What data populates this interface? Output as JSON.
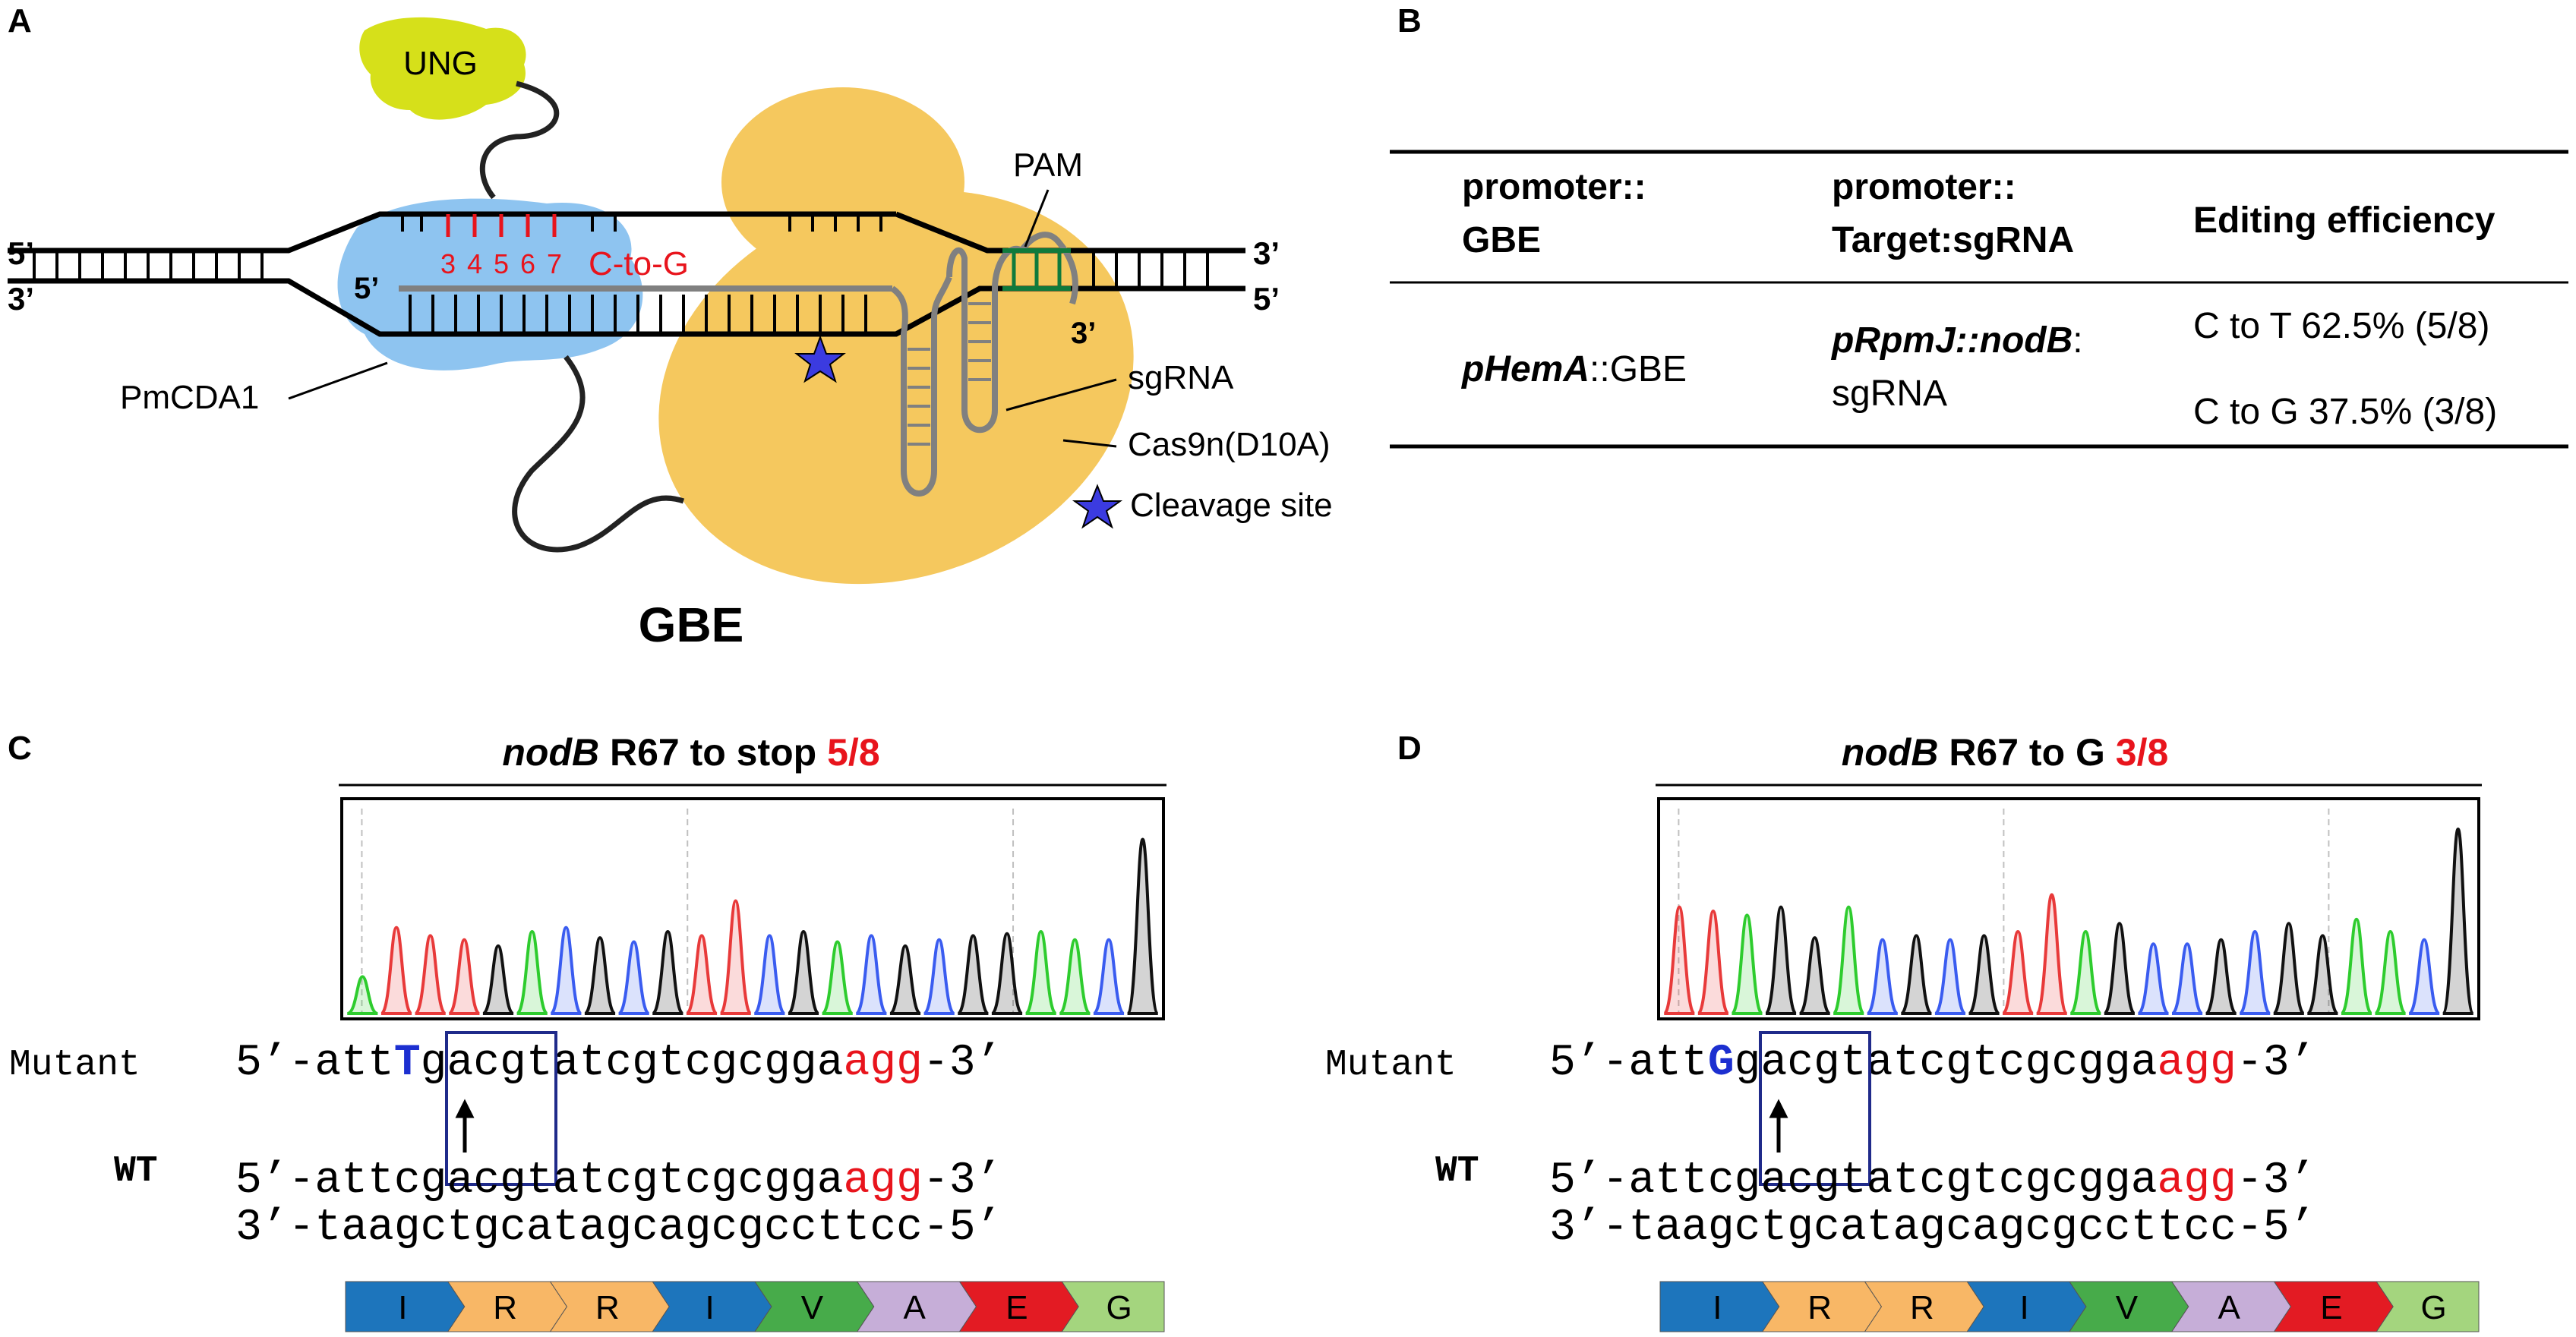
{
  "panels": {
    "a": {
      "label": "A",
      "ung": "UNG",
      "pmcda1": "PmCDA1",
      "ctog": "C-to-G",
      "positions": [
        "3",
        "4",
        "5",
        "6",
        "7"
      ],
      "pam": "PAM",
      "sgrna": "sgRNA",
      "cas9n": "Cas9n(D10A)",
      "cleavage": "Cleavage site",
      "gbe": "GBE",
      "prime5": "5’",
      "prime3": "3’"
    },
    "b": {
      "label": "B",
      "headers": [
        [
          "promoter::",
          "GBE"
        ],
        [
          "promoter::",
          "Target:sgRNA"
        ],
        [
          "Editing efficiency"
        ]
      ],
      "row": {
        "col1_italic": "pHemA",
        "col1_rest": "::GBE",
        "col2_italic": "pRpmJ::nodB",
        "col2_rest": ":",
        "col2_line2": "sgRNA",
        "eff1": "C to T 62.5% (5/8)",
        "eff2": "C to G 37.5% (3/8)"
      }
    },
    "c": {
      "label": "C",
      "title_gene": "nodB",
      "title_rest": " R67 to stop ",
      "title_frac": "5/8",
      "mutant_label": "Mutant",
      "wt_label": "WT",
      "mutant_seq": {
        "prefix": "5’-att",
        "edited": "T",
        "middle": "gacgtatcgtcgcgga",
        "pam": "agg",
        "suffix": "-3’"
      },
      "wt_seq": {
        "prefix": "5’-att",
        "middle": "cgacgtatcgtcgcgga",
        "pam": "agg",
        "suffix": "-3’"
      },
      "comp_seq": "3’-taagctgcatagcagcgccttcc-5’",
      "aa": [
        "I",
        "R",
        "R",
        "I",
        "V",
        "A",
        "E",
        "G"
      ]
    },
    "d": {
      "label": "D",
      "title_gene": "nodB",
      "title_rest": " R67 to G ",
      "title_frac": "3/8",
      "mutant_label": "Mutant",
      "wt_label": "WT",
      "mutant_seq": {
        "prefix": "5’-att",
        "edited": "G",
        "middle": "gacgtatcgtcgcgga",
        "pam": "agg",
        "suffix": "-3’"
      },
      "wt_seq": {
        "prefix": "5’-att",
        "middle": "cgacgtatcgtcgcgga",
        "pam": "agg",
        "suffix": "-3’"
      },
      "comp_seq": "3’-taagctgcatagcagcgccttcc-5’",
      "aa": [
        "I",
        "R",
        "R",
        "I",
        "V",
        "A",
        "E",
        "G"
      ]
    }
  },
  "colors": {
    "red": "#e8141c",
    "blue": "#1c2fd0",
    "ung": "#d6e01a",
    "pmcda1": "#8ec4f0",
    "cas9": "#f5c85e",
    "pam_green": "#0f7a3c",
    "star": "#3b3be0",
    "aa_colors": [
      "#1d75bc",
      "#f8b766",
      "#f8b766",
      "#1d75bc",
      "#47ab4a",
      "#c6aed8",
      "#e31b23",
      "#a4d57e"
    ]
  },
  "chromatograms": {
    "c": {
      "colors": [
        "#2ecc2e",
        "#e83a3a",
        "#e83a3a",
        "#e83a3a",
        "#111",
        "#2ecc2e",
        "#3a5cf0",
        "#111",
        "#3a5cf0",
        "#111",
        "#e83a3a",
        "#e83a3a",
        "#3a5cf0",
        "#111",
        "#2ecc2e",
        "#3a5cf0",
        "#111",
        "#3a5cf0",
        "#111",
        "#111",
        "#2ecc2e",
        "#2ecc2e",
        "#3a5cf0",
        "#111"
      ],
      "heights": [
        0.18,
        0.42,
        0.38,
        0.36,
        0.33,
        0.4,
        0.42,
        0.37,
        0.35,
        0.4,
        0.38,
        0.55,
        0.38,
        0.4,
        0.35,
        0.38,
        0.33,
        0.36,
        0.38,
        0.39,
        0.4,
        0.36,
        0.36,
        0.85
      ]
    },
    "d": {
      "colors": [
        "#e83a3a",
        "#e83a3a",
        "#2ecc2e",
        "#111",
        "#111",
        "#2ecc2e",
        "#3a5cf0",
        "#111",
        "#3a5cf0",
        "#111",
        "#e83a3a",
        "#e83a3a",
        "#2ecc2e",
        "#111",
        "#3a5cf0",
        "#3a5cf0",
        "#111",
        "#3a5cf0",
        "#111",
        "#111",
        "#2ecc2e",
        "#2ecc2e",
        "#3a5cf0",
        "#111"
      ],
      "heights": [
        0.52,
        0.5,
        0.48,
        0.52,
        0.37,
        0.52,
        0.36,
        0.38,
        0.36,
        0.38,
        0.4,
        0.58,
        0.4,
        0.44,
        0.34,
        0.34,
        0.36,
        0.4,
        0.44,
        0.38,
        0.46,
        0.4,
        0.36,
        0.9
      ]
    }
  }
}
